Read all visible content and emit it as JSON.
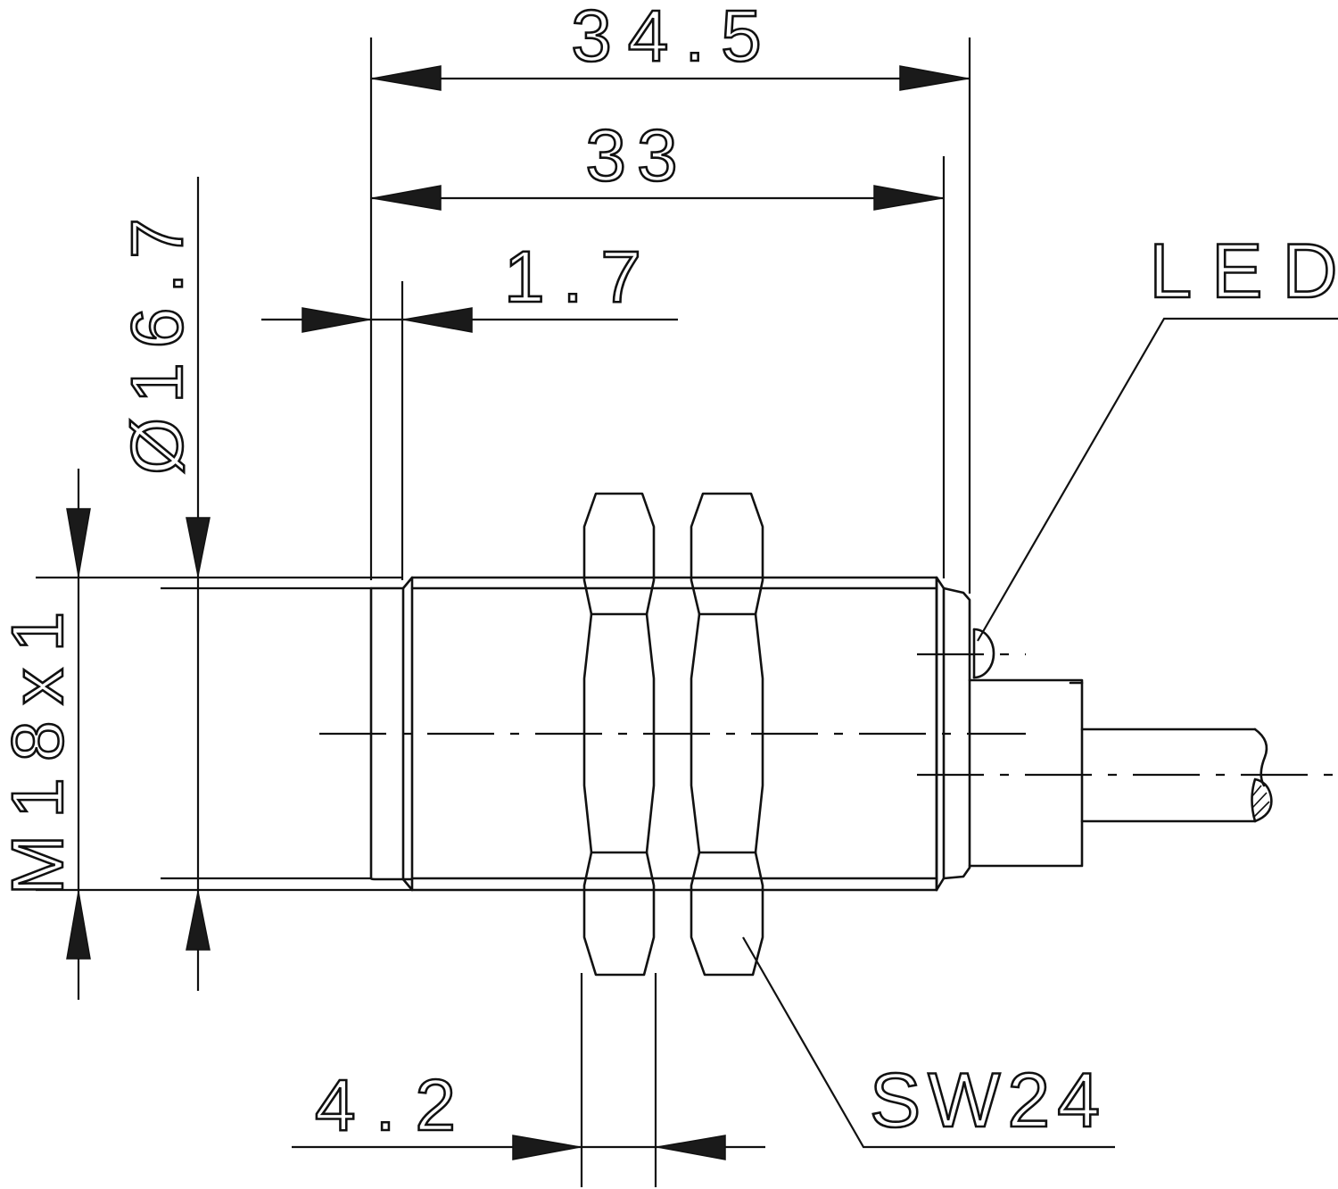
{
  "dimensions": {
    "overall_length": "34.5",
    "body_length": "33",
    "front_offset": "1.7",
    "nut_thickness": "4.2",
    "diameter": "Ø16.7",
    "thread": "M18x1"
  },
  "labels": {
    "led": "LED",
    "wrench_size": "SW24"
  }
}
